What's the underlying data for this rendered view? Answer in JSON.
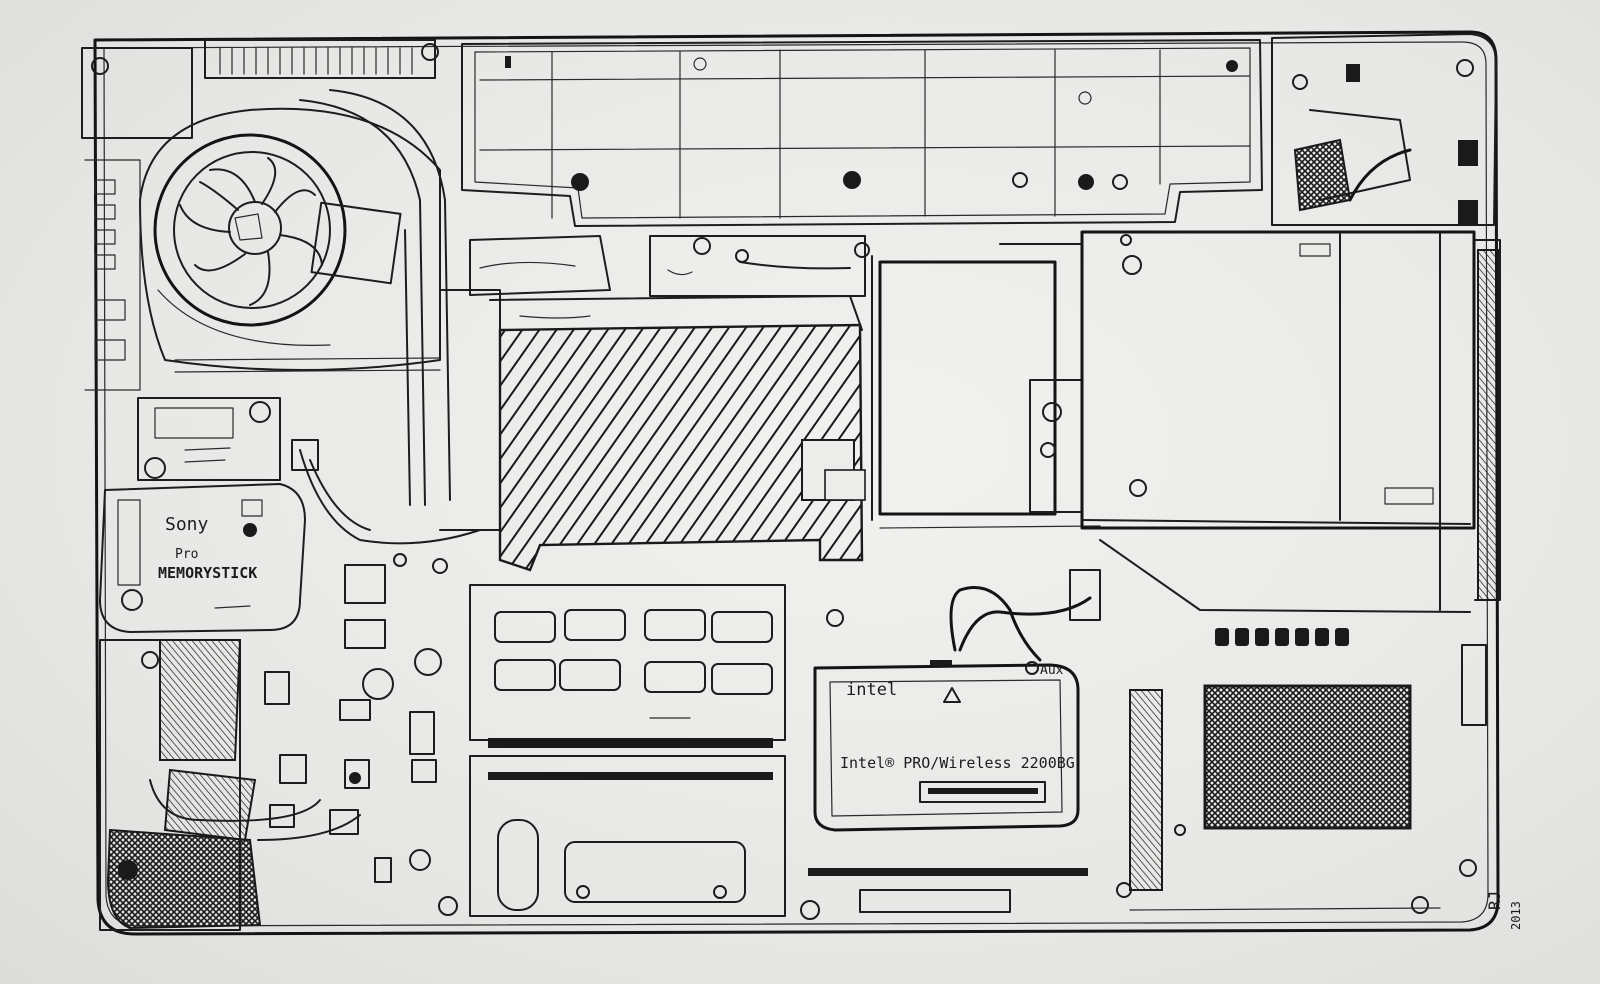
{
  "labels": {
    "intel_logo": "intel",
    "wifi_card_name": "Intel® PRO/Wireless 2200BG",
    "aux_label": "Aux",
    "memorystick_line1": "Sony",
    "memorystick_line2": "Pro",
    "memorystick_line3": "MEMORYSTICK",
    "signature_initials": "RJ",
    "signature_year": "2013"
  },
  "colors": {
    "paper": "#ececea",
    "ink": "#1d1d1d"
  }
}
